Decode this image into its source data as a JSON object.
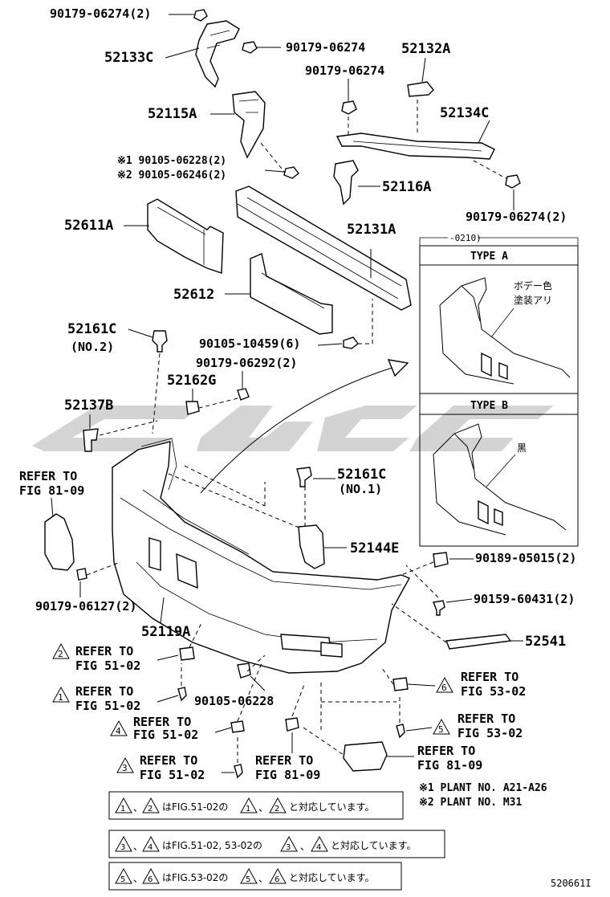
{
  "parts": {
    "p_90179_06274_2a": "90179-06274(2)",
    "p_52133C": "52133C",
    "p_90179_06274_a": "90179-06274",
    "p_52132A": "52132A",
    "p_90179_06274_b": "90179-06274",
    "p_52115A": "52115A",
    "p_52134C": "52134C",
    "p_note1_90105": "※1 90105-06228(2)",
    "p_note2_90105": "※2 90105-06246(2)",
    "p_52116A": "52116A",
    "p_90179_06274_2b": "90179-06274(2)",
    "p_52611A": "52611A",
    "p_52131A": "52131A",
    "p_52612": "52612",
    "p_52161C_a": "52161C",
    "p_no2": "(NO.2)",
    "p_90105_10459": "90105-10459(6)",
    "p_90179_06292": "90179-06292(2)",
    "p_52162G": "52162G",
    "p_52137B": "52137B",
    "p_refer_81_09_a1": "REFER TO",
    "p_refer_81_09_a2": "FIG 81-09",
    "p_52161C_b": "52161C",
    "p_no1": "(NO.1)",
    "p_52144E": "52144E",
    "p_90189_05015": "90189-05015(2)",
    "p_90179_06127": "90179-06127(2)",
    "p_90159_60431": "90159-60431(2)",
    "p_52119A": "52119A",
    "p_52541": "52541",
    "p_90105_06228": "90105-06228",
    "p_ref2_1": "REFER TO",
    "p_ref2_2": "FIG 51-02",
    "p_ref1_1": "REFER TO",
    "p_ref1_2": "FIG 51-02",
    "p_ref4_1": "REFER TO",
    "p_ref4_2": "FIG 51-02",
    "p_ref3_1": "REFER TO",
    "p_ref3_2": "FIG 51-02",
    "p_ref6_1": "REFER TO",
    "p_ref6_2": "FIG 53-02",
    "p_ref5_1": "REFER TO",
    "p_ref5_2": "FIG 53-02",
    "p_ref81_b1": "REFER TO",
    "p_ref81_b2": "FIG 81-09",
    "p_ref81_c1": "REFER TO",
    "p_ref81_c2": "FIG 81-09"
  },
  "inset": {
    "date_code": "-0210)",
    "type_a": "TYPE A",
    "type_a_note1": "ボデー色",
    "type_a_note2": "塗装アリ",
    "type_b": "TYPE B",
    "type_b_note": "黒"
  },
  "triangles": {
    "t1": "1",
    "t2": "2",
    "t3": "3",
    "t4": "4",
    "t5": "5",
    "t6": "6"
  },
  "notes": {
    "plant1": "※1 PLANT NO. A21-A26",
    "plant2": "※2 PLANT NO. M31"
  },
  "legend": {
    "row1": [
      "1",
      "、",
      "2",
      "はFIG.51-02の",
      "1",
      "、",
      "2",
      "と対応しています。"
    ],
    "row2": [
      "3",
      "、",
      "4",
      "はFIG.51-02, 53-02の",
      "3",
      "、",
      "4",
      "と対応しています。"
    ],
    "row3": [
      "5",
      "、",
      "6",
      "はFIG.53-02の",
      "5",
      "、",
      "6",
      "と対応しています。"
    ]
  },
  "figure_id": "520661I"
}
